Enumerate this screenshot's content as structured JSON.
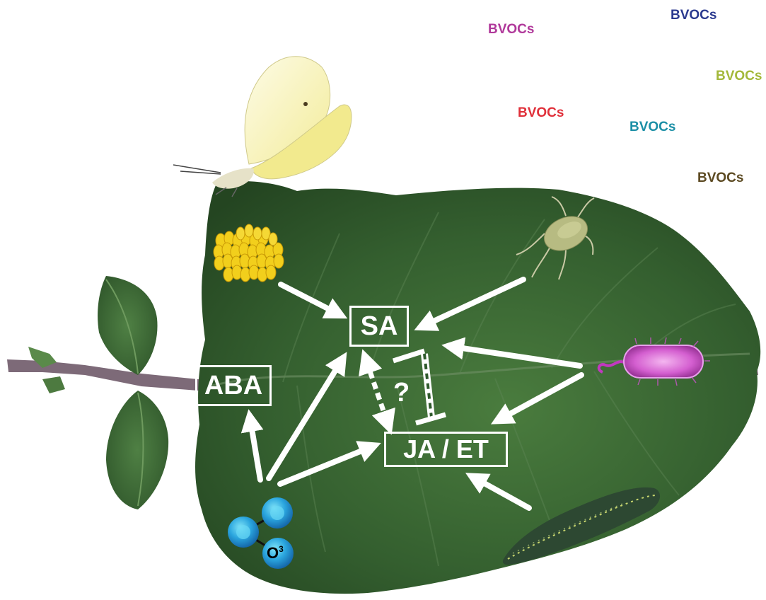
{
  "colors": {
    "leaf_dark": "#2f5a2c",
    "leaf_mid": "#3e6e35",
    "arrow": "#ffffff",
    "voc_magenta": "#b0389a",
    "voc_navy": "#2b3a8f",
    "voc_lime": "#a3b83a",
    "voc_red": "#e0303a",
    "voc_teal": "#1b8fa6",
    "voc_brown": "#5c4a22"
  },
  "emissions": [
    {
      "id": "voc-magenta",
      "text": "BVOCs",
      "color": "#b0389a"
    },
    {
      "id": "voc-navy",
      "text": "BVOCs",
      "color": "#2b3a8f"
    },
    {
      "id": "voc-lime",
      "text": "BVOCs",
      "color": "#a3b83a"
    },
    {
      "id": "voc-red",
      "text": "BVOCs",
      "color": "#e0303a"
    },
    {
      "id": "voc-teal",
      "text": "BVOCs",
      "color": "#1b8fa6"
    },
    {
      "id": "voc-brown",
      "text": "BVOCs",
      "color": "#5c4a22"
    }
  ],
  "hormones": {
    "sa": "SA",
    "aba": "ABA",
    "ja_et": "JA / ET"
  },
  "crosstalk_label": "?",
  "ozone": {
    "label": "O",
    "superscript": "3"
  },
  "icons": [
    "butterfly-icon",
    "egg-cluster-icon",
    "aphid-icon",
    "bacterium-icon",
    "caterpillar-icon",
    "ozone-molecule-icon",
    "leaf-icon"
  ]
}
